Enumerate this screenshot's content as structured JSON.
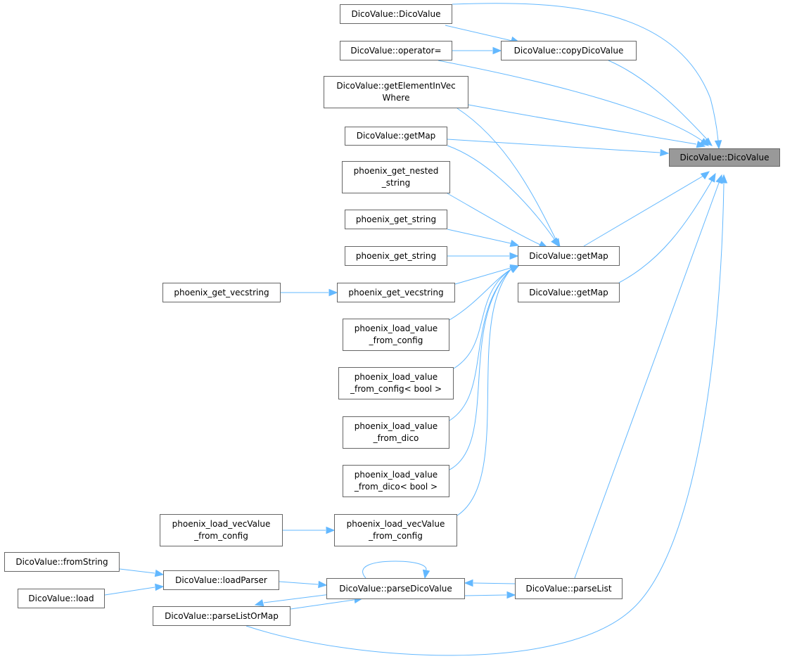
{
  "colors": {
    "edge": "#63b8ff",
    "border": "#666666",
    "root_fill": "#999999"
  },
  "nodes": {
    "root": {
      "lines": [
        "DicoValue::DicoValue"
      ]
    },
    "ctor_top": {
      "lines": [
        "DicoValue::DicoValue"
      ]
    },
    "op_assign": {
      "lines": [
        "DicoValue::operator="
      ]
    },
    "copy": {
      "lines": [
        "DicoValue::copyDicoValue"
      ]
    },
    "get_elem": {
      "lines": [
        "DicoValue::getElementInVec",
        "Where"
      ]
    },
    "getmap_a": {
      "lines": [
        "DicoValue::getMap"
      ]
    },
    "nested": {
      "lines": [
        "phoenix_get_nested",
        "_string"
      ]
    },
    "gs1": {
      "lines": [
        "phoenix_get_string"
      ]
    },
    "gs2": {
      "lines": [
        "phoenix_get_string"
      ]
    },
    "getmap_mid": {
      "lines": [
        "DicoValue::getMap"
      ]
    },
    "vec_left": {
      "lines": [
        "phoenix_get_vecstring"
      ]
    },
    "vec_mid": {
      "lines": [
        "phoenix_get_vecstring"
      ]
    },
    "getmap_c": {
      "lines": [
        "DicoValue::getMap"
      ]
    },
    "lv_config": {
      "lines": [
        "phoenix_load_value",
        "_from_config"
      ]
    },
    "lv_config_bool": {
      "lines": [
        "phoenix_load_value",
        "_from_config< bool >"
      ]
    },
    "lv_dico": {
      "lines": [
        "phoenix_load_value",
        "_from_dico"
      ]
    },
    "lv_dico_bool": {
      "lines": [
        "phoenix_load_value",
        "_from_dico< bool >"
      ]
    },
    "vecval_left": {
      "lines": [
        "phoenix_load_vecValue",
        "_from_config"
      ]
    },
    "vecval_mid": {
      "lines": [
        "phoenix_load_vecValue",
        "_from_config"
      ]
    },
    "fromstring": {
      "lines": [
        "DicoValue::fromString"
      ]
    },
    "loadparser": {
      "lines": [
        "DicoValue::loadParser"
      ]
    },
    "load": {
      "lines": [
        "DicoValue::load"
      ]
    },
    "parsedico": {
      "lines": [
        "DicoValue::parseDicoValue"
      ]
    },
    "parselist": {
      "lines": [
        "DicoValue::parseList"
      ]
    },
    "parselistormap": {
      "lines": [
        "DicoValue::parseListOrMap"
      ]
    }
  }
}
